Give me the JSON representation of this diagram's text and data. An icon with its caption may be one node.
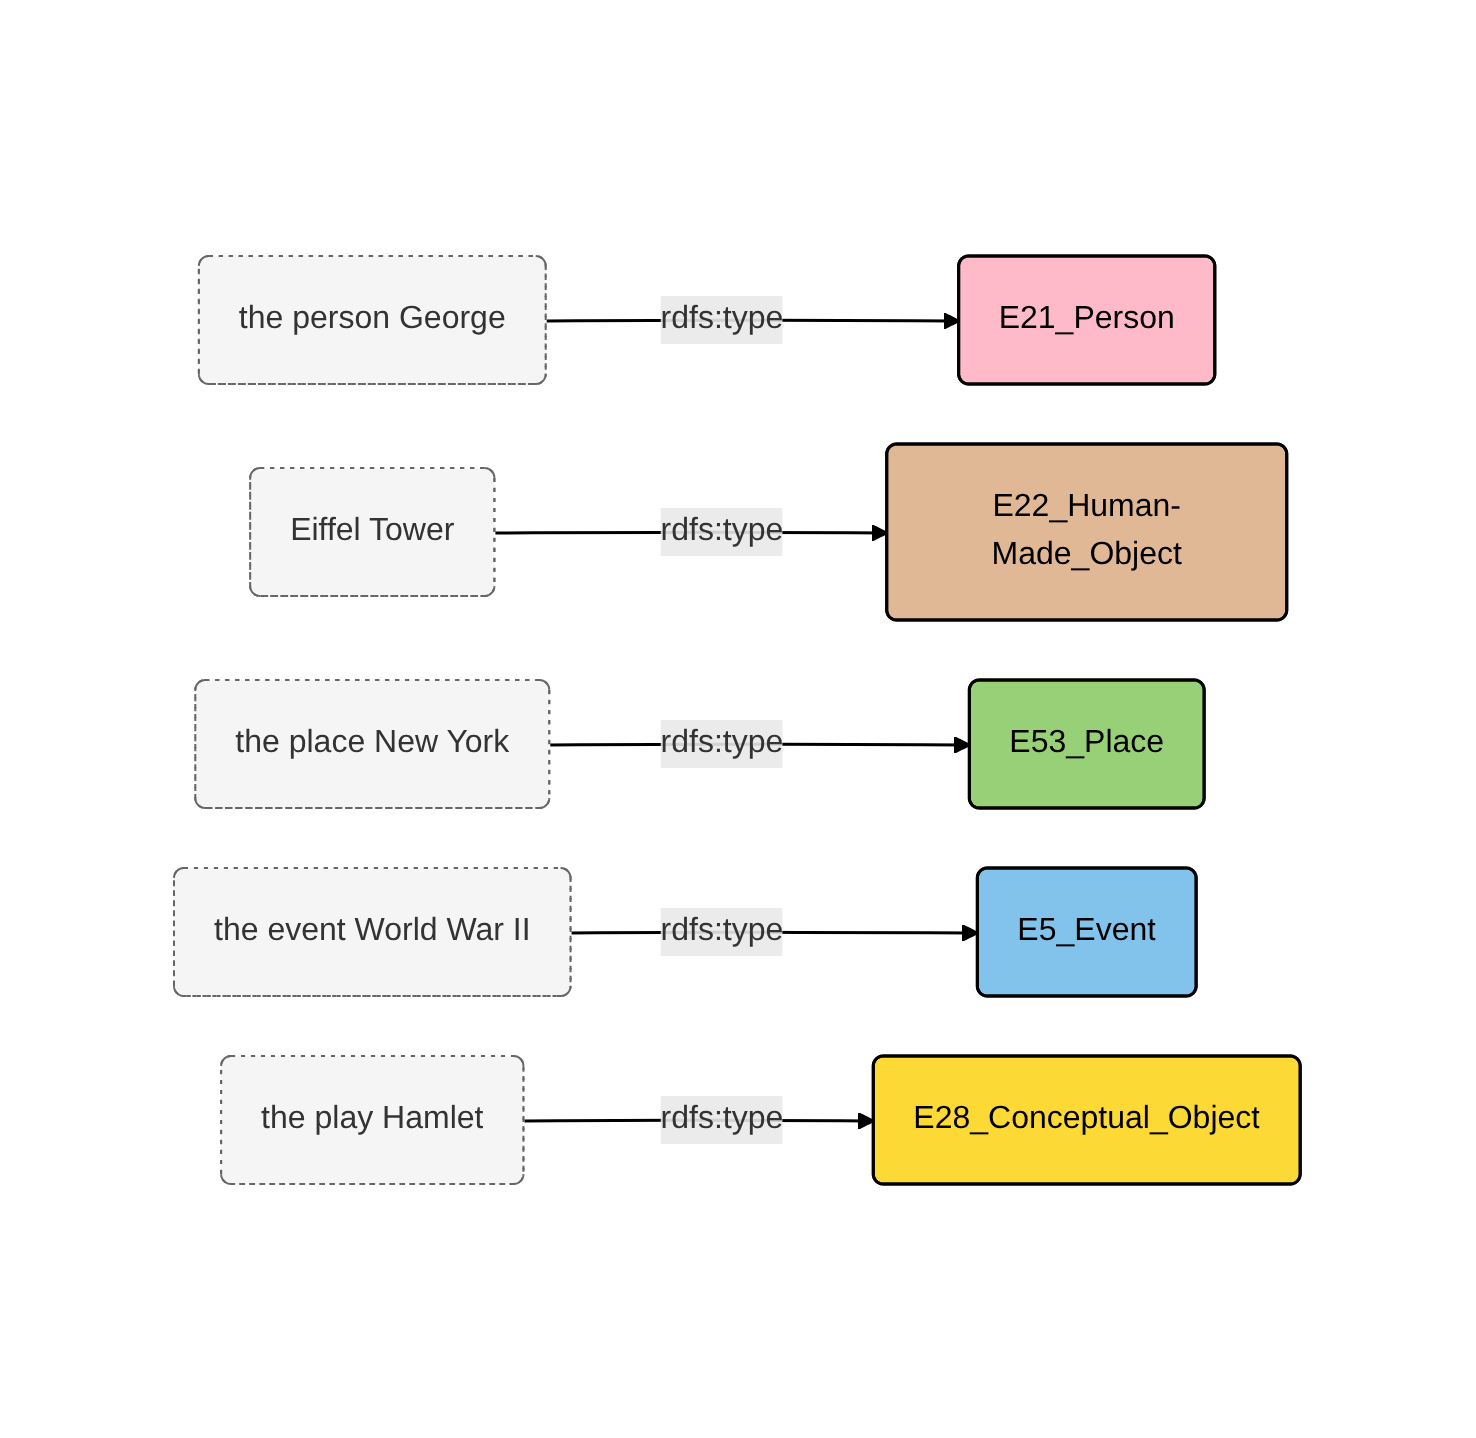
{
  "diagram": {
    "nodes": [
      {
        "text": [
          "the person George"
        ]
      },
      {
        "text": [
          "E21_Person"
        ]
      },
      {
        "text": [
          "Eiffel Tower"
        ]
      },
      {
        "text": [
          "E22_Human-Made_Object"
        ]
      },
      {
        "text": [
          "the place New York"
        ]
      },
      {
        "text": [
          "E53_Place"
        ]
      },
      {
        "text": [
          "the event World War II"
        ]
      },
      {
        "text": [
          "E5_Event"
        ]
      },
      {
        "text": [
          "the play Hamlet"
        ]
      },
      {
        "text": [
          "E28_Conceptual_Object"
        ]
      }
    ],
    "edges": [
      {
        "from": 0,
        "to": 1,
        "arrow": "to",
        "label": "rdfs:type"
      },
      {
        "from": 2,
        "to": 3,
        "arrow": "to",
        "label": "rdfs:type"
      },
      {
        "from": 4,
        "to": 5,
        "arrow": "to",
        "label": "rdfs:type"
      },
      {
        "from": 6,
        "to": 7,
        "arrow": "to",
        "label": "rdfs:type"
      },
      {
        "from": 8,
        "to": 9,
        "arrow": "to",
        "label": "rdfs:type"
      }
    ]
  }
}
